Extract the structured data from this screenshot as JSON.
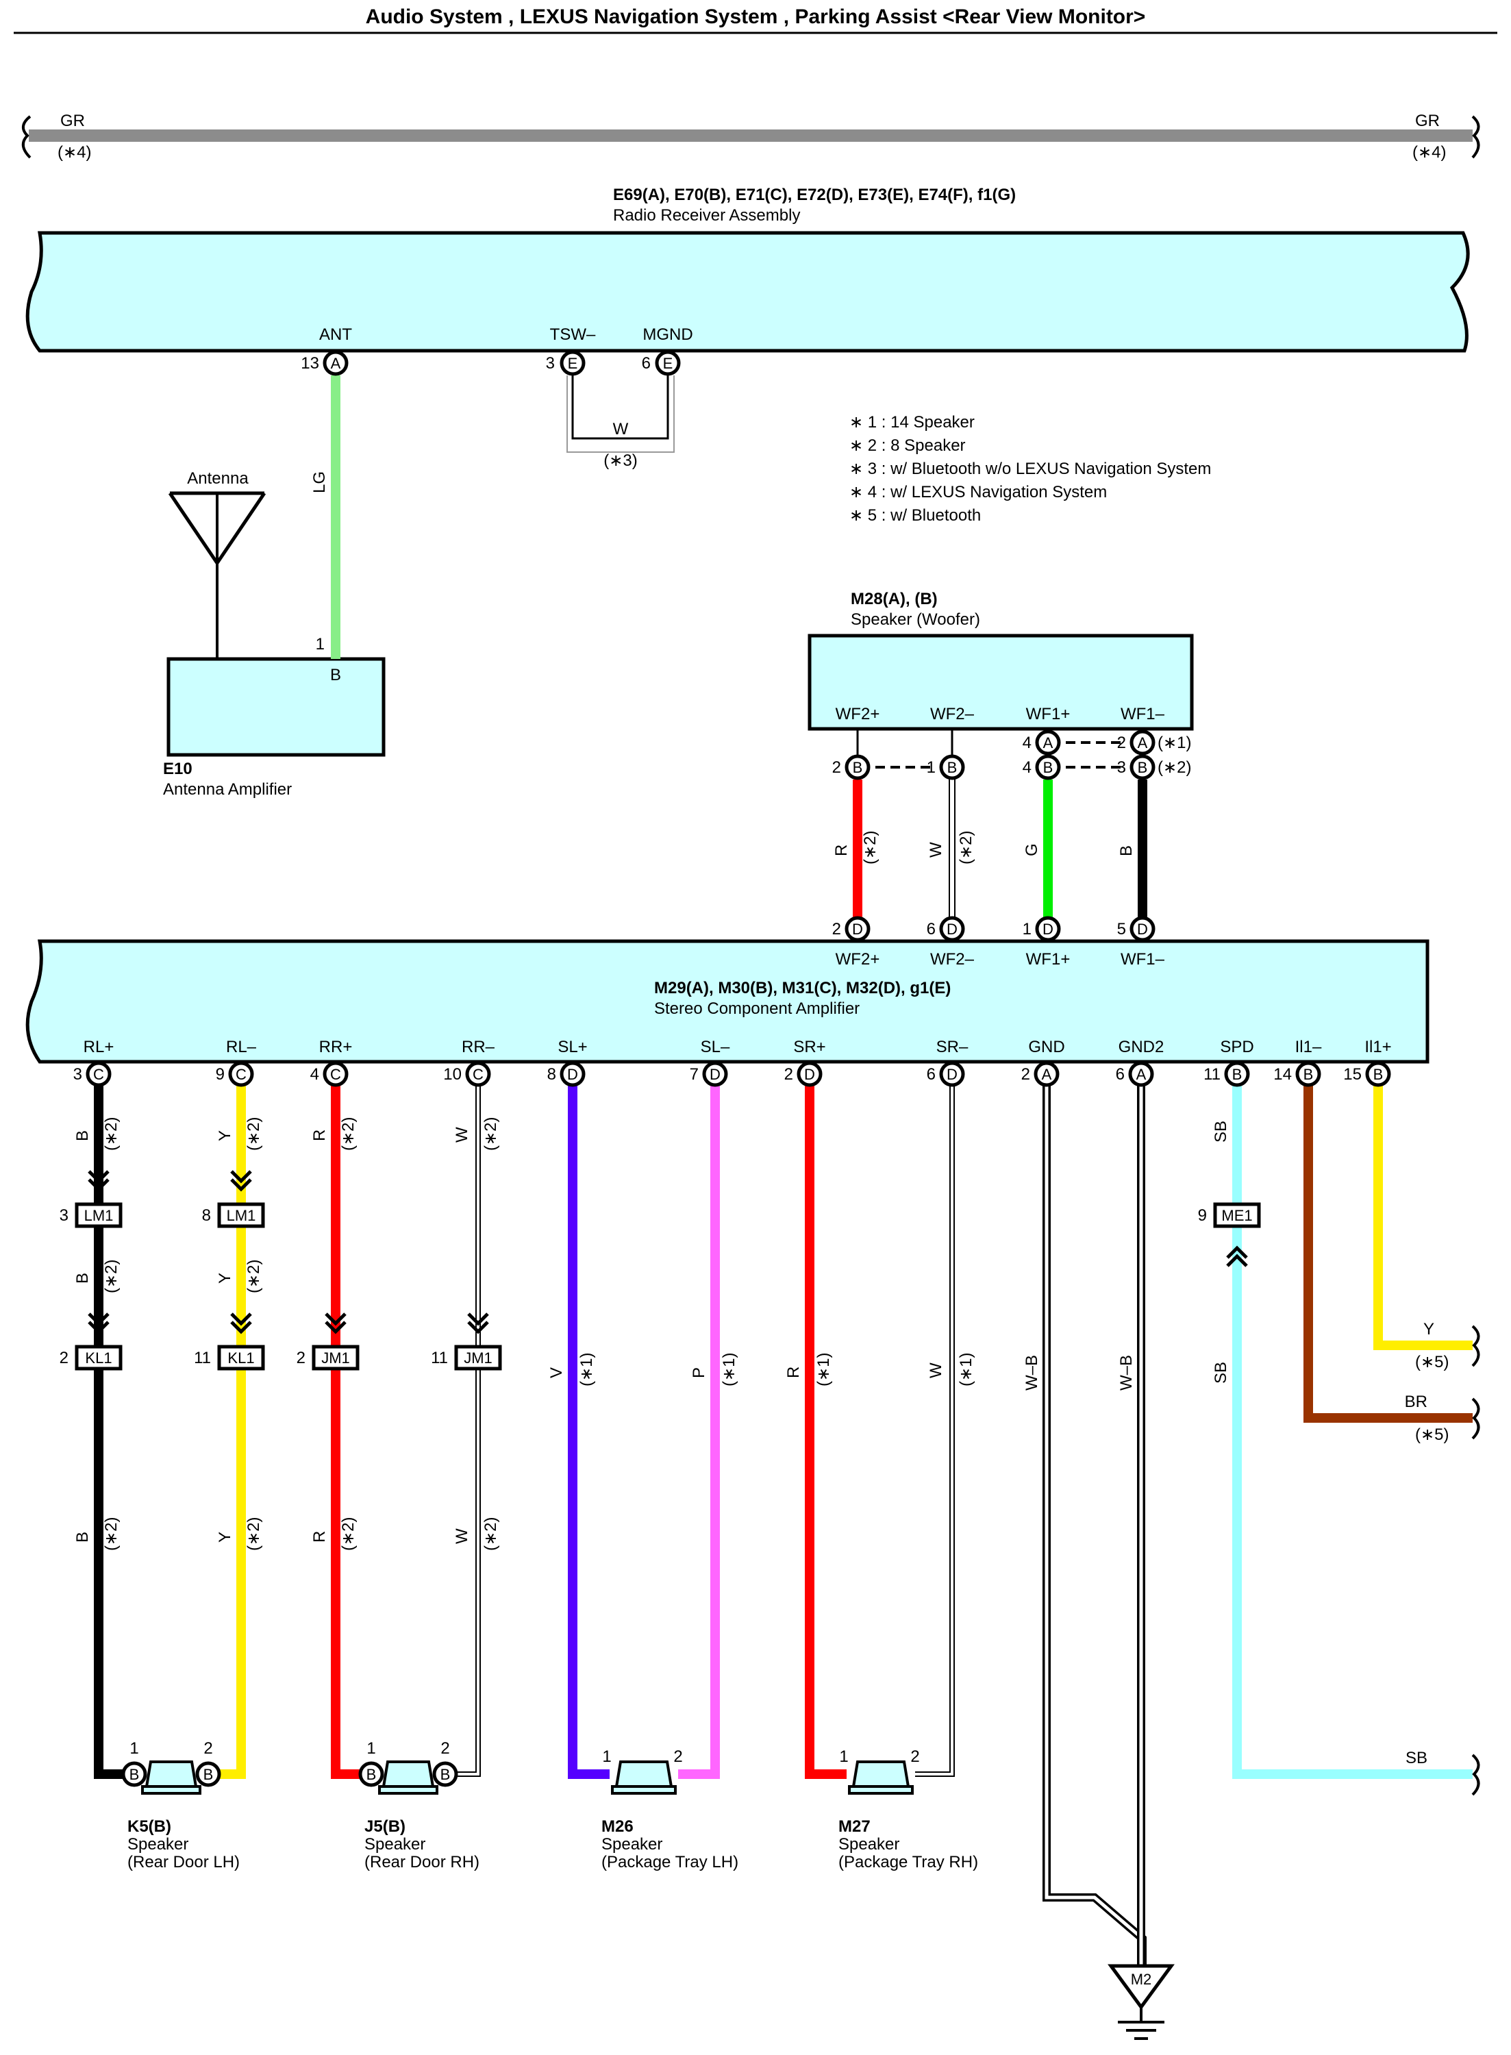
{
  "title": "Audio System , LEXUS Navigation System , Parking Assist <Rear View Monitor>",
  "gr_wire": {
    "color": "GR",
    "note": "(∗4)",
    "color_hex": "#8c8c8c"
  },
  "radio_receiver": {
    "connectors": "E69(A), E70(B), E71(C), E72(D), E73(E), E74(F), f1(G)",
    "name": "Radio Receiver Assembly",
    "terminals": [
      {
        "label": "ANT",
        "pin": "13",
        "letter": "A"
      },
      {
        "label": "TSW–",
        "pin": "3",
        "letter": "E"
      },
      {
        "label": "MGND",
        "pin": "6",
        "letter": "E"
      }
    ]
  },
  "tsw_loop": {
    "color": "W",
    "note": "(∗3)"
  },
  "antenna": {
    "label": "Antenna"
  },
  "antenna_wire": {
    "color": "LG",
    "color_hex": "#88ee88"
  },
  "antenna_amplifier": {
    "code": "E10",
    "name": "Antenna Amplifier",
    "pin": "1",
    "pin_letter": "B"
  },
  "notes": [
    "∗ 1 : 14 Speaker",
    "∗ 2 : 8 Speaker",
    "∗ 3 : w/ Bluetooth w/o LEXUS Navigation System",
    "∗ 4 : w/ LEXUS Navigation System",
    "∗ 5 : w/ Bluetooth"
  ],
  "woofer": {
    "connectors": "M28(A), (B)",
    "name": "Speaker (Woofer)",
    "terminals": [
      "WF2+",
      "WF2–",
      "WF1+",
      "WF1–"
    ],
    "pins": {
      "wf2plus": {
        "pin": "2",
        "letter": "B"
      },
      "wf2minus": {
        "pin": "1",
        "letter": "B"
      },
      "wf1plus_a": {
        "pin": "4",
        "letter": "A"
      },
      "wf1plus_b": {
        "pin": "4",
        "letter": "B"
      },
      "wf1minus_a": {
        "pin": "2",
        "letter": "A",
        "note": "(∗1)"
      },
      "wf1minus_b": {
        "pin": "3",
        "letter": "B",
        "note": "(∗2)"
      }
    }
  },
  "woofer_wires": [
    {
      "color": "R",
      "note": "(∗2)"
    },
    {
      "color": "W",
      "note": "(∗2)"
    },
    {
      "color": "G"
    },
    {
      "color": "B"
    }
  ],
  "stereo_amplifier": {
    "connectors": "M29(A), M30(B), M31(C), M32(D), g1(E)",
    "name": "Stereo Component Amplifier",
    "top_terminals": [
      {
        "label": "WF2+",
        "pin": "2",
        "letter": "D"
      },
      {
        "label": "WF2–",
        "pin": "6",
        "letter": "D"
      },
      {
        "label": "WF1+",
        "pin": "1",
        "letter": "D"
      },
      {
        "label": "WF1–",
        "pin": "5",
        "letter": "D"
      }
    ],
    "bottom_terminals": [
      {
        "label": "RL+",
        "pin": "3",
        "letter": "C"
      },
      {
        "label": "RL–",
        "pin": "9",
        "letter": "C"
      },
      {
        "label": "RR+",
        "pin": "4",
        "letter": "C"
      },
      {
        "label": "RR–",
        "pin": "10",
        "letter": "C"
      },
      {
        "label": "SL+",
        "pin": "8",
        "letter": "D"
      },
      {
        "label": "SL–",
        "pin": "7",
        "letter": "D"
      },
      {
        "label": "SR+",
        "pin": "2",
        "letter": "D"
      },
      {
        "label": "SR–",
        "pin": "6",
        "letter": "D"
      },
      {
        "label": "GND",
        "pin": "2",
        "letter": "A"
      },
      {
        "label": "GND2",
        "pin": "6",
        "letter": "A"
      },
      {
        "label": "SPD",
        "pin": "11",
        "letter": "B"
      },
      {
        "label": "Il1–",
        "pin": "14",
        "letter": "B"
      },
      {
        "label": "Il1+",
        "pin": "15",
        "letter": "B"
      }
    ]
  },
  "speaker_wires": {
    "rl_plus": {
      "color": "B",
      "note": "(∗2)"
    },
    "rl_minus": {
      "color": "Y",
      "note": "(∗2)"
    },
    "rr_plus": {
      "color": "R",
      "note": "(∗2)"
    },
    "rr_minus": {
      "color": "W",
      "note": "(∗2)"
    },
    "sl_plus": {
      "color": "V",
      "note": "(∗1)"
    },
    "sl_minus": {
      "color": "P",
      "note": "(∗1)"
    },
    "sr_plus": {
      "color": "R",
      "note": "(∗1)"
    },
    "sr_minus": {
      "color": "W",
      "note": "(∗1)"
    }
  },
  "ground_wires": {
    "gnd": {
      "color": "W–B"
    },
    "gnd2": {
      "color": "W–B"
    }
  },
  "bottom_wires": {
    "spd": {
      "color": "SB"
    },
    "sb_end": {
      "color": "SB"
    },
    "br": {
      "color": "BR",
      "note": "(∗5)"
    },
    "y": {
      "color": "Y",
      "note": "(∗5)"
    }
  },
  "junctions": [
    {
      "label": "LM1",
      "pin": "3"
    },
    {
      "label": "LM1",
      "pin": "8"
    },
    {
      "label": "KL1",
      "pin": "2"
    },
    {
      "label": "KL1",
      "pin": "11"
    },
    {
      "label": "JM1",
      "pin": "2"
    },
    {
      "label": "JM1",
      "pin": "11"
    },
    {
      "label": "ME1",
      "pin": "9"
    }
  ],
  "speakers": [
    {
      "code": "K5(B)",
      "name": "Speaker",
      "location": "(Rear Door LH)",
      "pin_1": "1",
      "pin_2": "2",
      "pin_letter": "B"
    },
    {
      "code": "J5(B)",
      "name": "Speaker",
      "location": "(Rear Door RH)",
      "pin_1": "1",
      "pin_2": "2",
      "pin_letter": "B"
    },
    {
      "code": "M26",
      "name": "Speaker",
      "location": "(Package Tray LH)",
      "pin_1": "1",
      "pin_2": "2"
    },
    {
      "code": "M27",
      "name": "Speaker",
      "location": "(Package Tray RH)",
      "pin_1": "1",
      "pin_2": "2"
    }
  ],
  "ground": {
    "label": "M2"
  },
  "colors": {
    "component_fill": "#ccffff",
    "wire_red": "#ff0000",
    "wire_yellow": "#ffee00",
    "wire_violet": "#5500ff",
    "wire_pink": "#ff66ff",
    "wire_green": "#00ee00",
    "wire_sky_blue": "#99ffff",
    "wire_brown": "#993300"
  }
}
